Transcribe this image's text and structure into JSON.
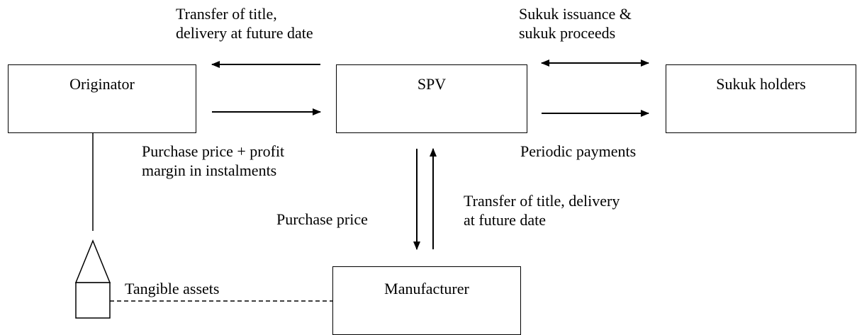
{
  "nodes": {
    "originator": "Originator",
    "spv": "SPV",
    "sukuk_holders": "Sukuk holders",
    "manufacturer": "Manufacturer"
  },
  "edges": {
    "spv_to_originator": {
      "line1": "Transfer of title,",
      "line2": "delivery at future date"
    },
    "originator_to_spv": {
      "line1": "Purchase price + profit",
      "line2": "margin in instalments"
    },
    "spv_holders_exchange": {
      "line1": "Sukuk issuance &",
      "line2": "sukuk proceeds"
    },
    "spv_to_holders": {
      "line1": "Periodic payments"
    },
    "spv_to_manufacturer": {
      "line1": "Purchase price"
    },
    "manufacturer_to_spv": {
      "line1": "Transfer of title, delivery",
      "line2": "at future date"
    },
    "assets_link": {
      "line1": "Tangible assets"
    }
  }
}
